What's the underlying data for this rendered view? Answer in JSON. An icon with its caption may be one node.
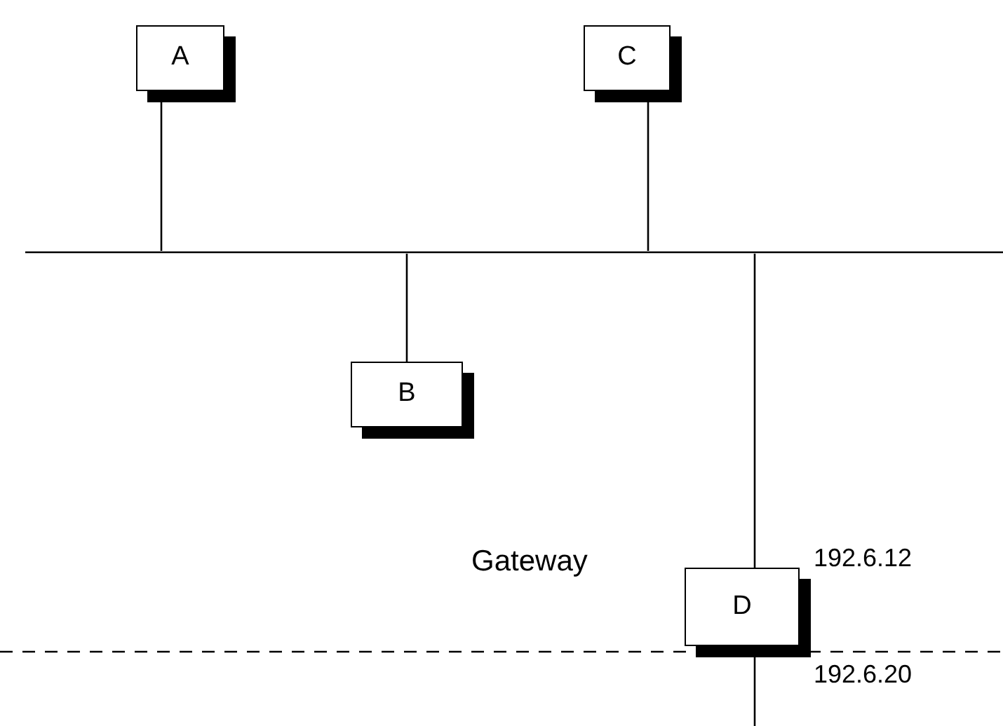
{
  "diagram": {
    "nodes": [
      {
        "text": [
          "A"
        ]
      },
      {
        "text": [
          "C"
        ]
      },
      {
        "text": [],
        "shape": "line"
      },
      {
        "text": [
          "B"
        ]
      },
      {
        "text": [
          "D"
        ],
        "beside": [
          "Gateway",
          "192.6.12",
          "192.6.20"
        ]
      },
      {
        "text": [],
        "shape": "dashed"
      }
    ],
    "edges": [
      {
        "from": 0,
        "to": 2,
        "arrow": "none"
      },
      {
        "from": 1,
        "to": 2,
        "arrow": "none"
      },
      {
        "from": 2,
        "to": 3,
        "arrow": "none"
      },
      {
        "from": 2,
        "to": 4,
        "arrow": "none"
      },
      {
        "from": 4,
        "to": null,
        "arrow": "none"
      }
    ]
  }
}
